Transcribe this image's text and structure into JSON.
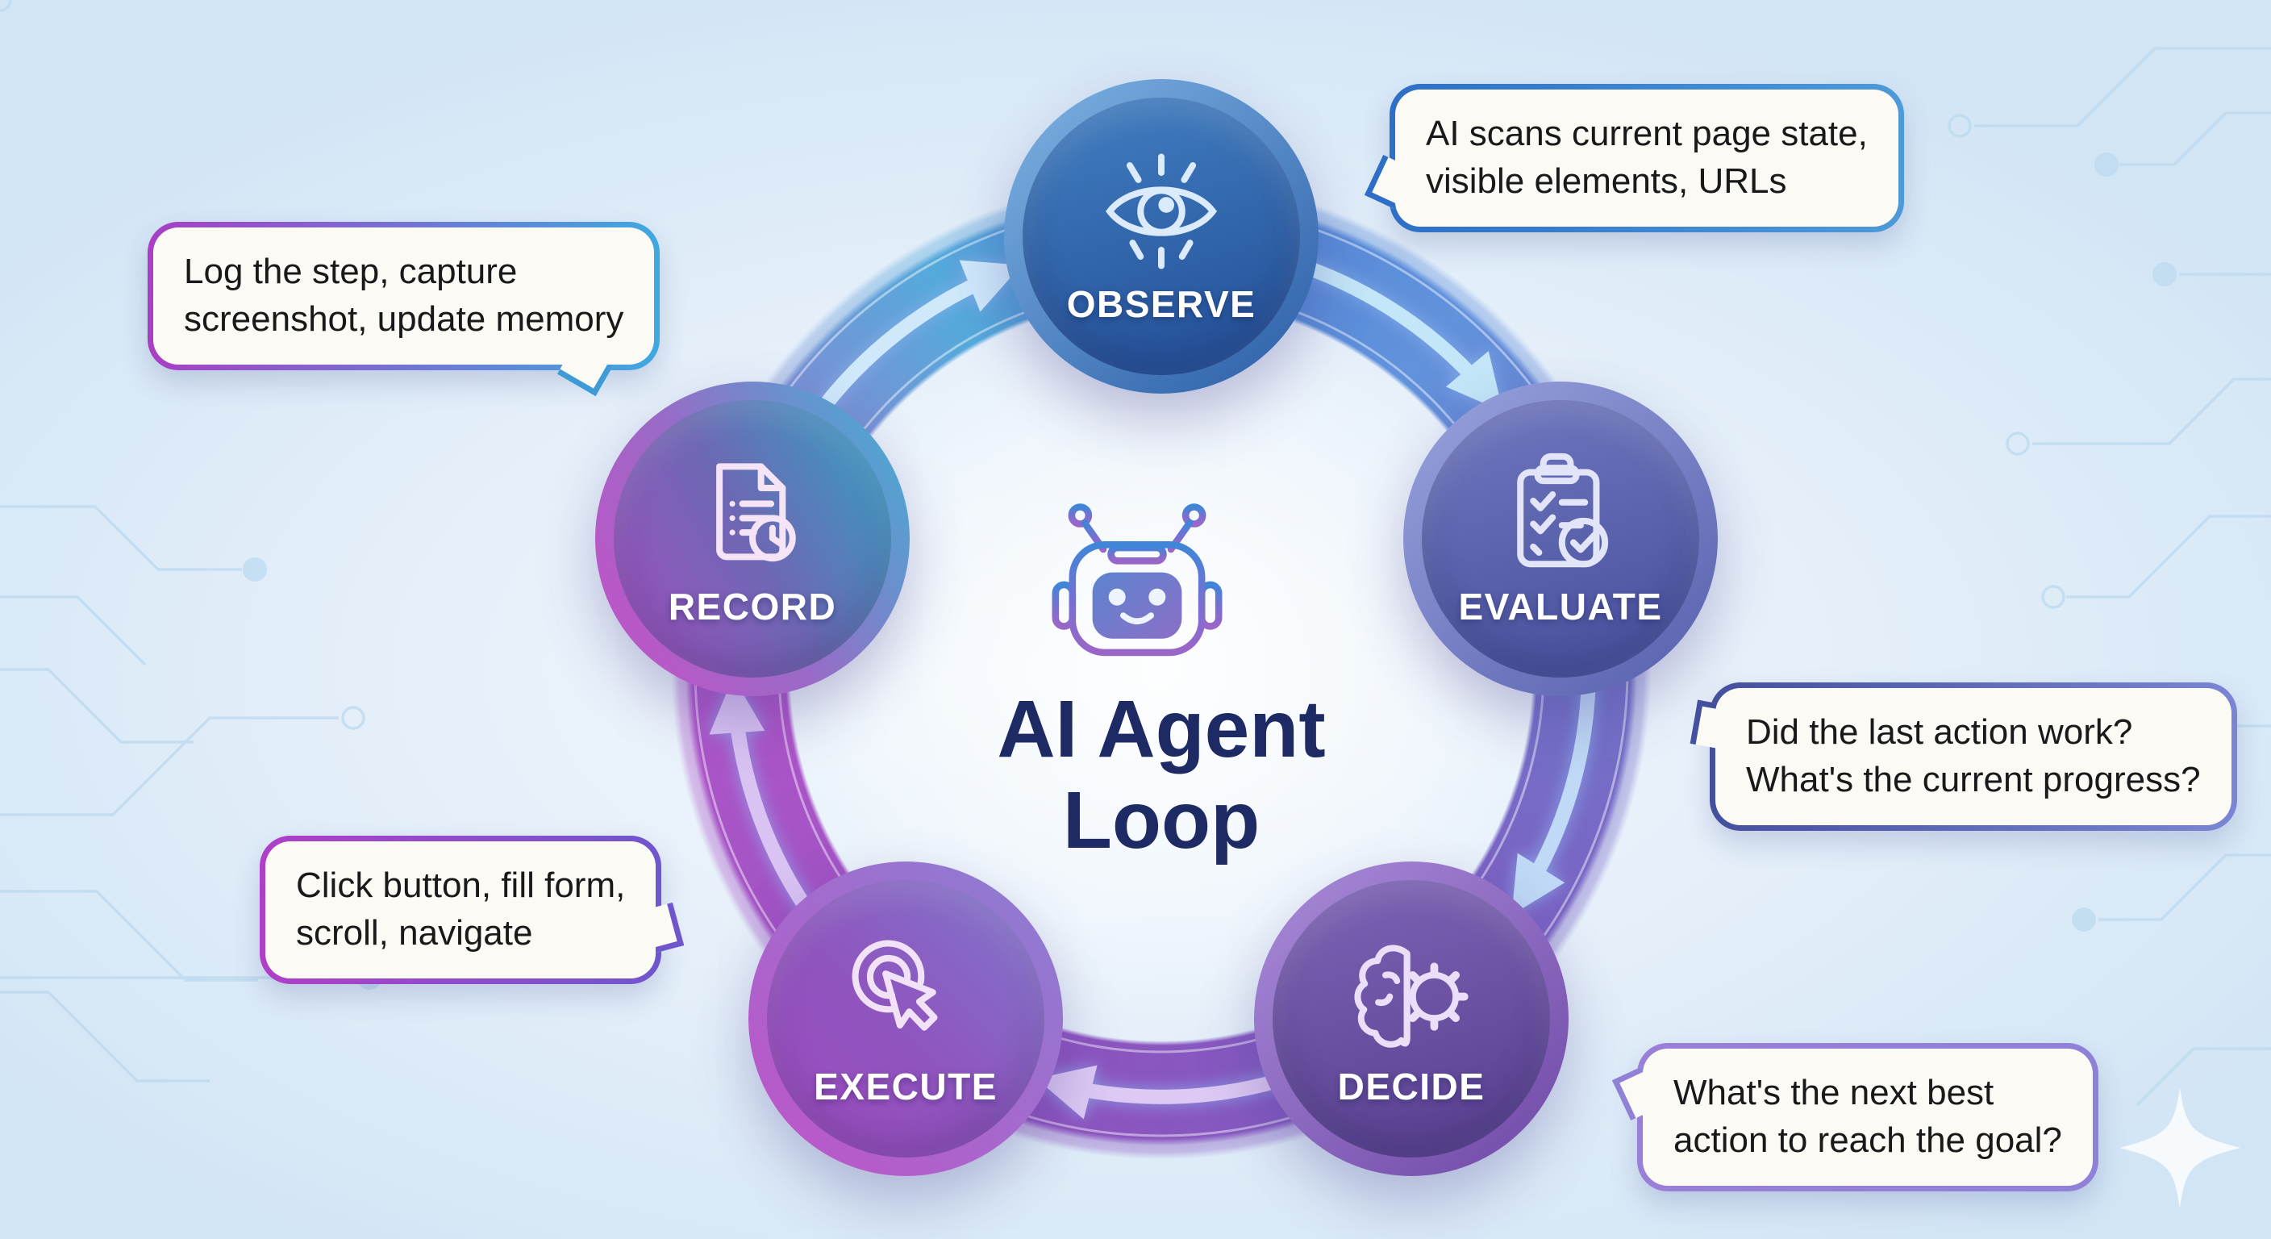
{
  "title": {
    "line1": "AI Agent",
    "line2": "Loop"
  },
  "center_icon": "robot-icon",
  "flow_direction": "clockwise",
  "nodes": [
    {
      "id": "observe",
      "label": "OBSERVE",
      "icon": "eye-icon",
      "callout": {
        "line1": "AI scans current page state,",
        "line2": "visible elements, URLs"
      }
    },
    {
      "id": "evaluate",
      "label": "EVALUATE",
      "icon": "clipboard-check-icon",
      "callout": {
        "line1": "Did the last action work?",
        "line2": "What's the current progress?"
      }
    },
    {
      "id": "decide",
      "label": "DECIDE",
      "icon": "brain-gear-icon",
      "callout": {
        "line1": "What's the next best",
        "line2": "action to reach the goal?"
      }
    },
    {
      "id": "execute",
      "label": "EXECUTE",
      "icon": "cursor-click-icon",
      "callout": {
        "line1": "Click button, fill form,",
        "line2": "scroll, navigate"
      }
    },
    {
      "id": "record",
      "label": "RECORD",
      "icon": "document-clock-icon",
      "callout": {
        "line1": "Log the step, capture",
        "line2": "screenshot, update memory"
      }
    }
  ],
  "colors": {
    "background": "#e6f0fa",
    "title_text": "#1d2a63",
    "callout_text": "#191919",
    "callout_bg": "#fbfaf5",
    "node_observe": "#2f67b0",
    "node_evaluate": "#5c64b0",
    "node_decide": "#6f50a4",
    "node_execute": "#9550c0",
    "node_record_left": "#b14ec6",
    "node_record_right": "#35aac8",
    "ring_blue": "#4f86d6",
    "ring_purple": "#9a52c2",
    "callout_border_observe": "#2d6fc6",
    "callout_border_record_left": "#a83fc4",
    "callout_border_evaluate": "#44509e",
    "callout_border_execute": "#b03fc8",
    "callout_border_decide": "#8f80d8"
  },
  "decoration": {
    "sparkle": "four-point-star",
    "background_pattern": "circuit-traces"
  }
}
